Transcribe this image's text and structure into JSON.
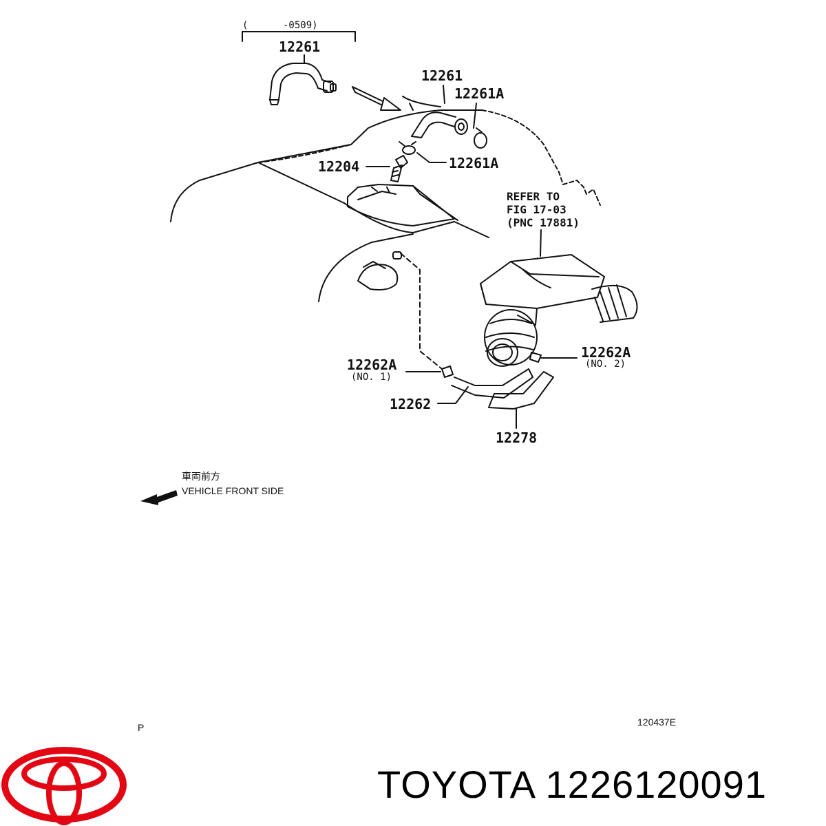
{
  "diagram": {
    "labels": {
      "top_range": "(      -0509)",
      "part_top": "12261",
      "part_hose": "12261",
      "part_clip_1": "12261A",
      "part_clip_2": "12261A",
      "part_valve": "12204",
      "refer_line1": "REFER TO",
      "refer_line2": "FIG 17-03",
      "refer_line3": "(PNC 17881)",
      "clip_no2": "12262A",
      "clip_no2_sub": "(NO. 2)",
      "clip_no1": "12262A",
      "clip_no1_sub": "(NO. 1)",
      "hose_a": "12262",
      "hose_b": "12278",
      "front_jp": "車両前方",
      "front_en": "VEHICLE FRONT SIDE",
      "corner_p": "P",
      "fig_code": "120437E"
    }
  },
  "footer": {
    "brand_text": "TOYOTA 1226120091",
    "logo_color": "#e30613"
  }
}
